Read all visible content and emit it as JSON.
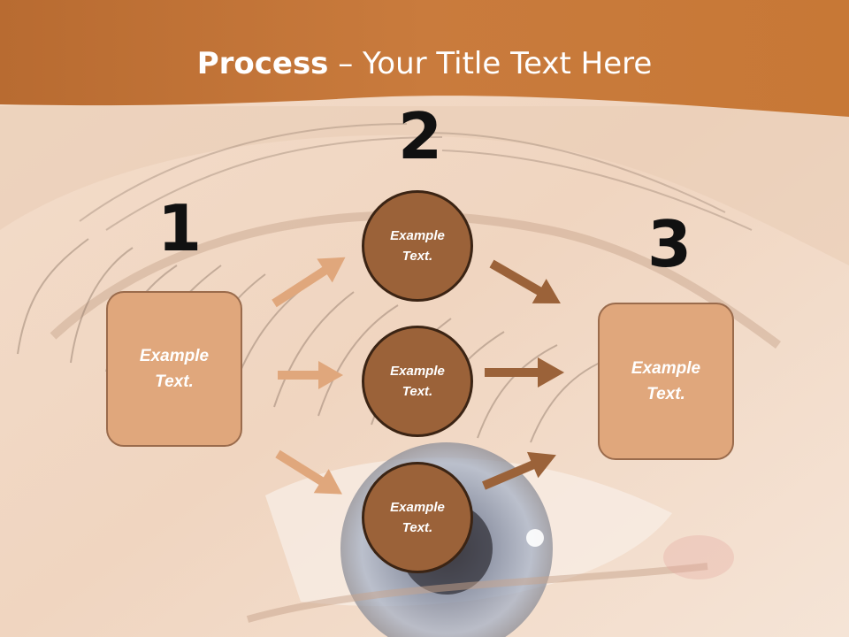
{
  "slide": {
    "title_bold": "Process",
    "title_rest": " – Your Title Text Here",
    "step_numbers": [
      "1",
      "2",
      "3"
    ],
    "left_box_text": "Example\nText.",
    "right_box_text": "Example\nText.",
    "circles": [
      "Example\nText.",
      "Example\nText.",
      "Example\nText."
    ]
  },
  "colors": {
    "header_band": "#c87a3c",
    "box_fill": "#e0a77c",
    "circle_fill": "#9b6239",
    "light_arrow": "#e0a77c",
    "dark_arrow": "#9b6239"
  },
  "background": {
    "description_icon": "eye-photo"
  }
}
